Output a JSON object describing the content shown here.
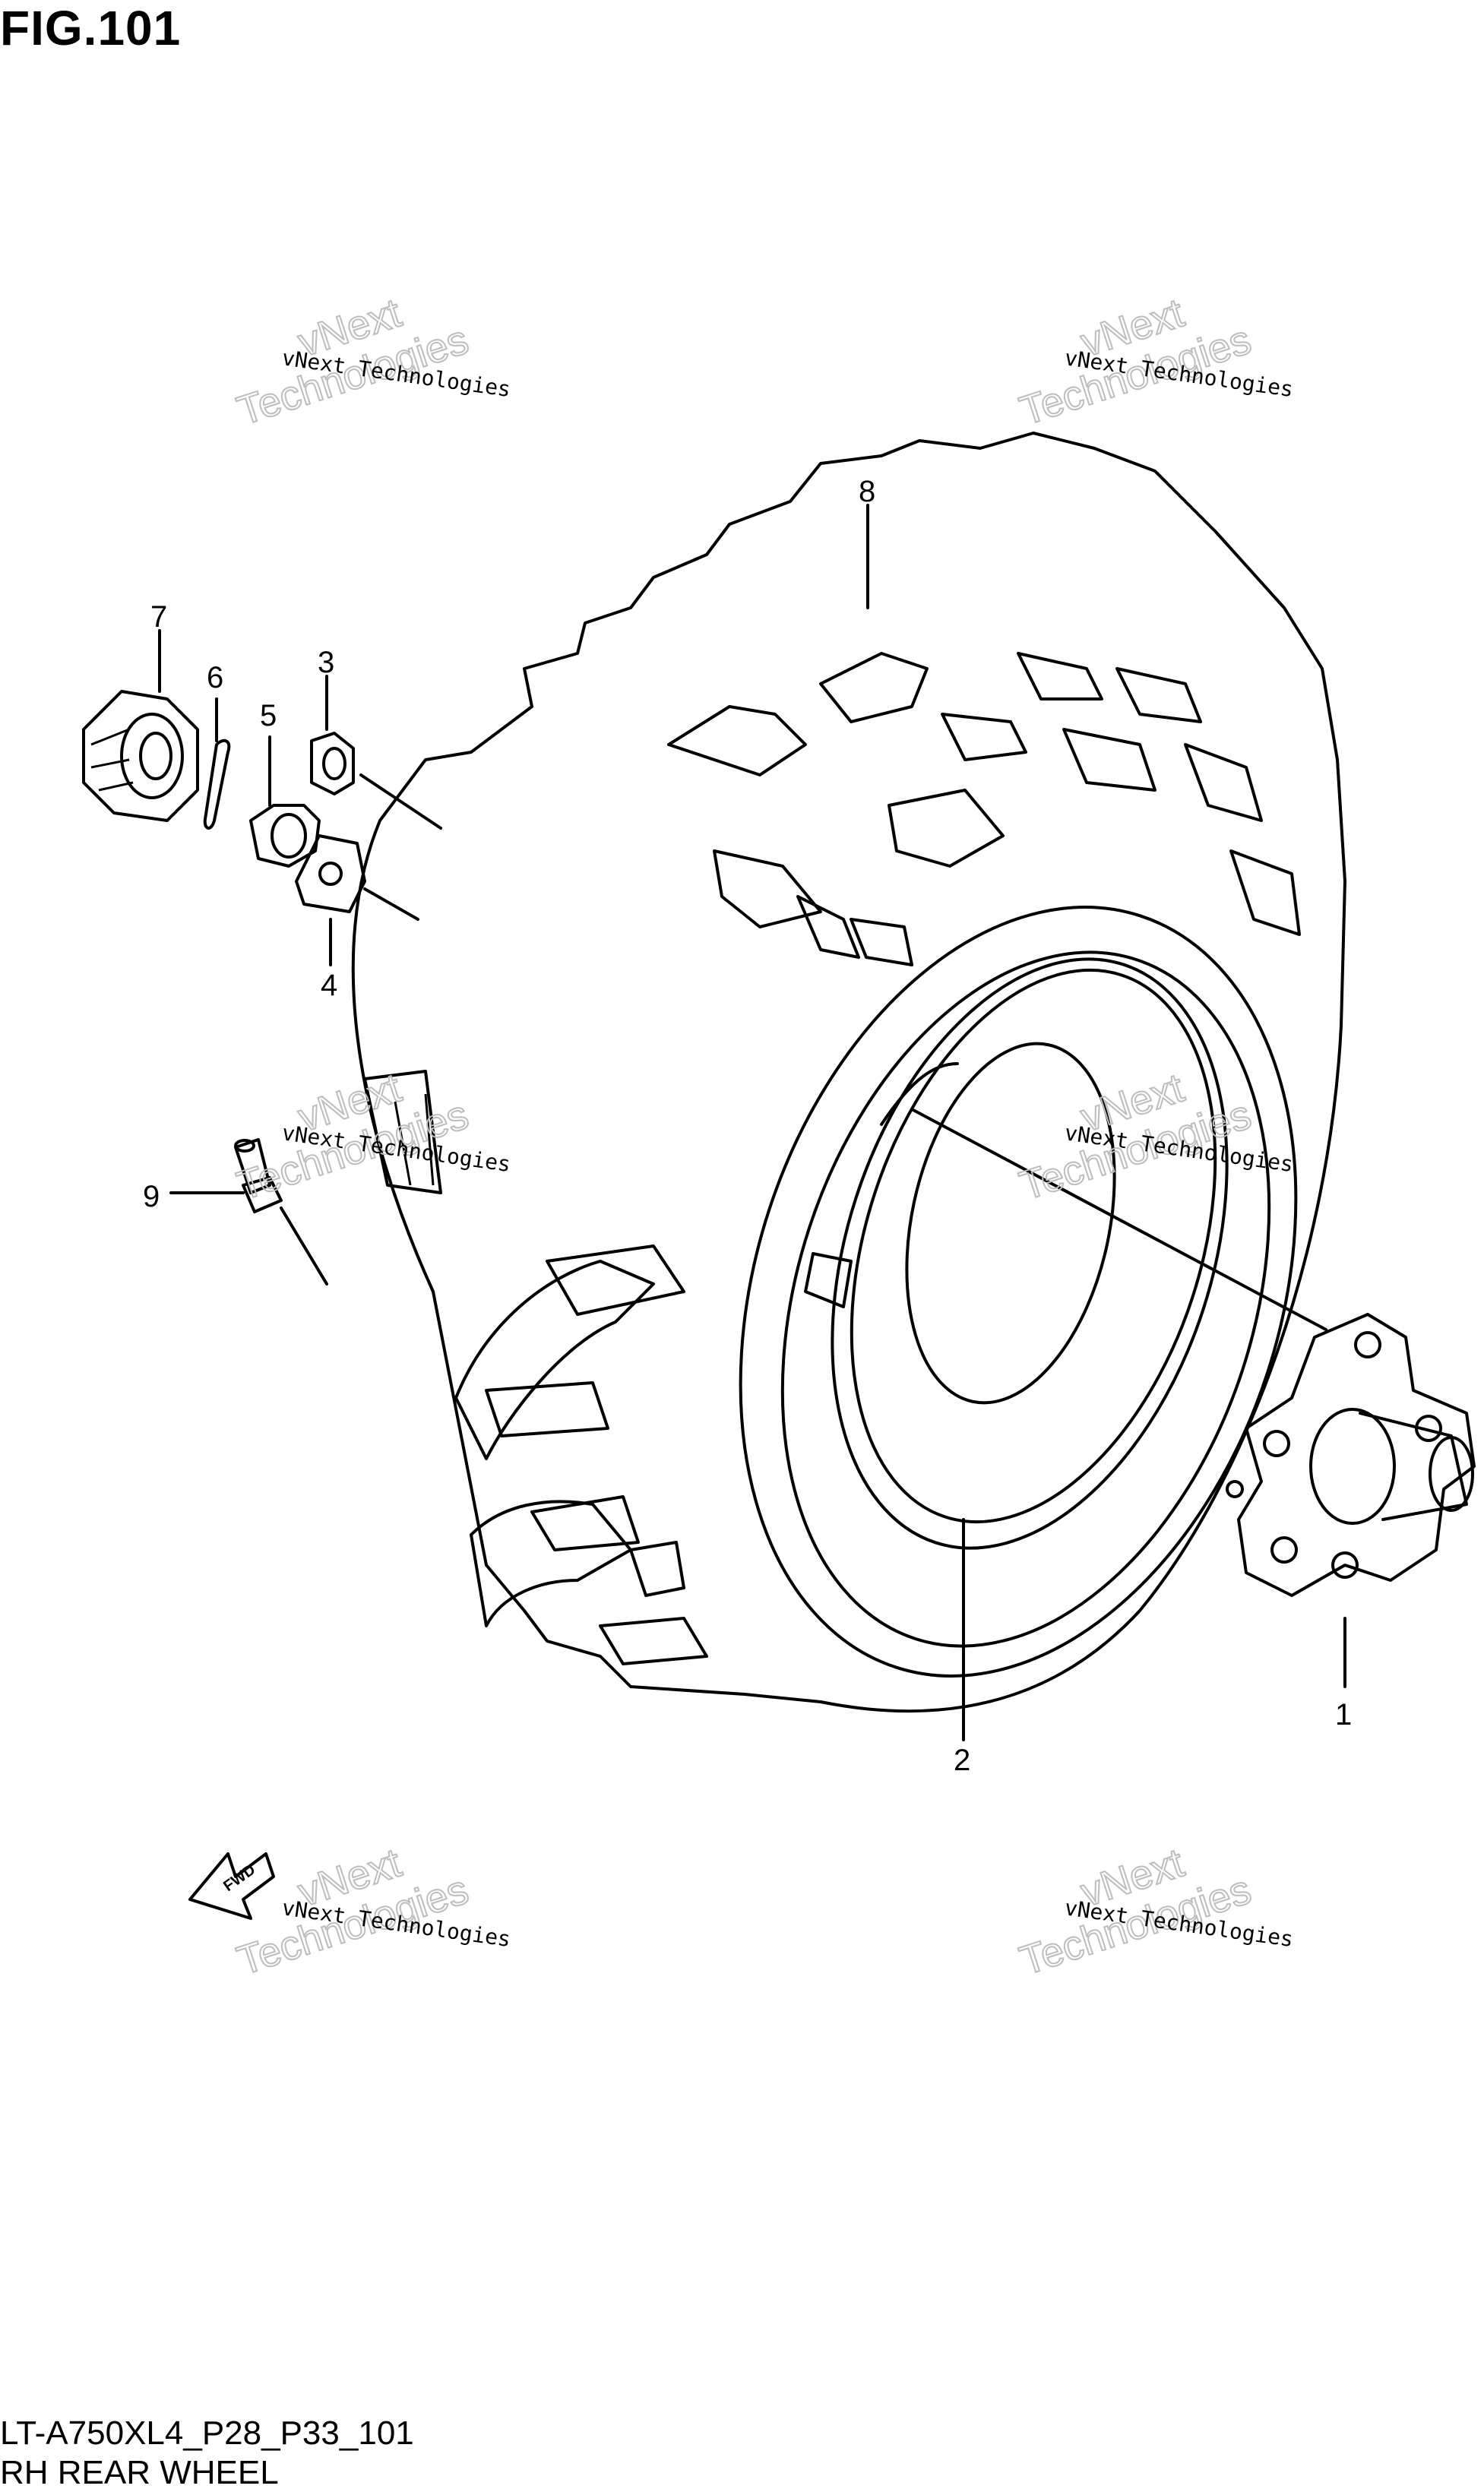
{
  "figure": {
    "title": "FIG.101",
    "code": "LT-A750XL4_P28_P33_101",
    "caption": "RH REAR WHEEL"
  },
  "callouts": [
    "1",
    "2",
    "3",
    "4",
    "5",
    "6",
    "7",
    "8",
    "9"
  ],
  "fwd_label": "FWD",
  "watermark": {
    "small": "vNext Technologies",
    "large_top": "vNext",
    "large_bottom": "Technologies"
  }
}
